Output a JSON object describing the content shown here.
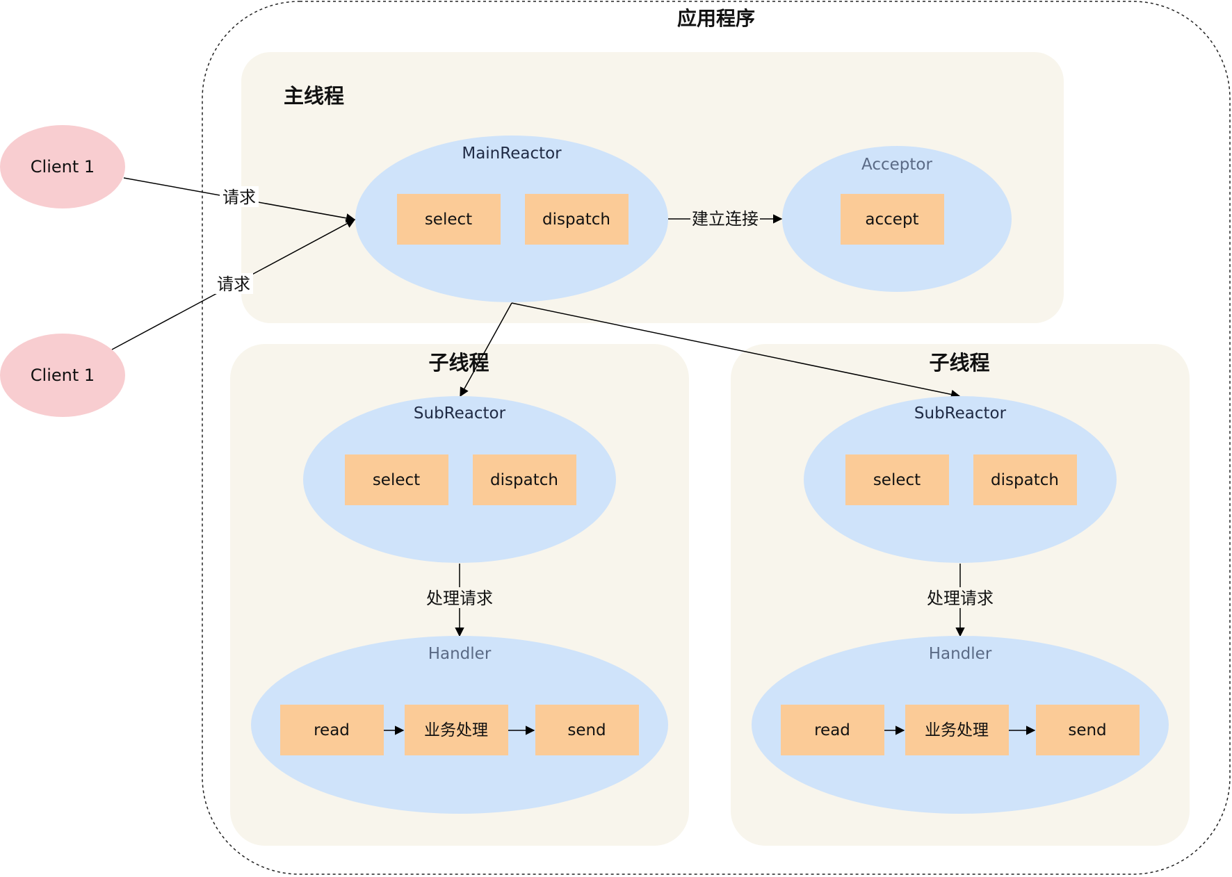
{
  "app_title": "应用程序",
  "clients": [
    {
      "label": "Client 1"
    },
    {
      "label": "Client 1"
    }
  ],
  "main_thread": {
    "title": "主线程",
    "reactor": {
      "name": "MainReactor",
      "select": "select",
      "dispatch": "dispatch"
    },
    "acceptor": {
      "name": "Acceptor",
      "accept": "accept"
    },
    "connect_label": "建立连接"
  },
  "request_label": "请求",
  "sub_threads": [
    {
      "title": "子线程",
      "reactor": {
        "name": "SubReactor",
        "select": "select",
        "dispatch": "dispatch"
      },
      "process_label": "处理请求",
      "handler": {
        "name": "Handler",
        "read": "read",
        "business": "业务处理",
        "send": "send"
      }
    },
    {
      "title": "子线程",
      "reactor": {
        "name": "SubReactor",
        "select": "select",
        "dispatch": "dispatch"
      },
      "process_label": "处理请求",
      "handler": {
        "name": "Handler",
        "read": "read",
        "business": "业务处理",
        "send": "send"
      }
    }
  ],
  "colors": {
    "client_fill": "#f8cdd0",
    "thread_fill": "#f8f5ec",
    "ellipse_fill": "#cfe3fa",
    "box_fill": "#fbcb97",
    "line": "#000000"
  }
}
